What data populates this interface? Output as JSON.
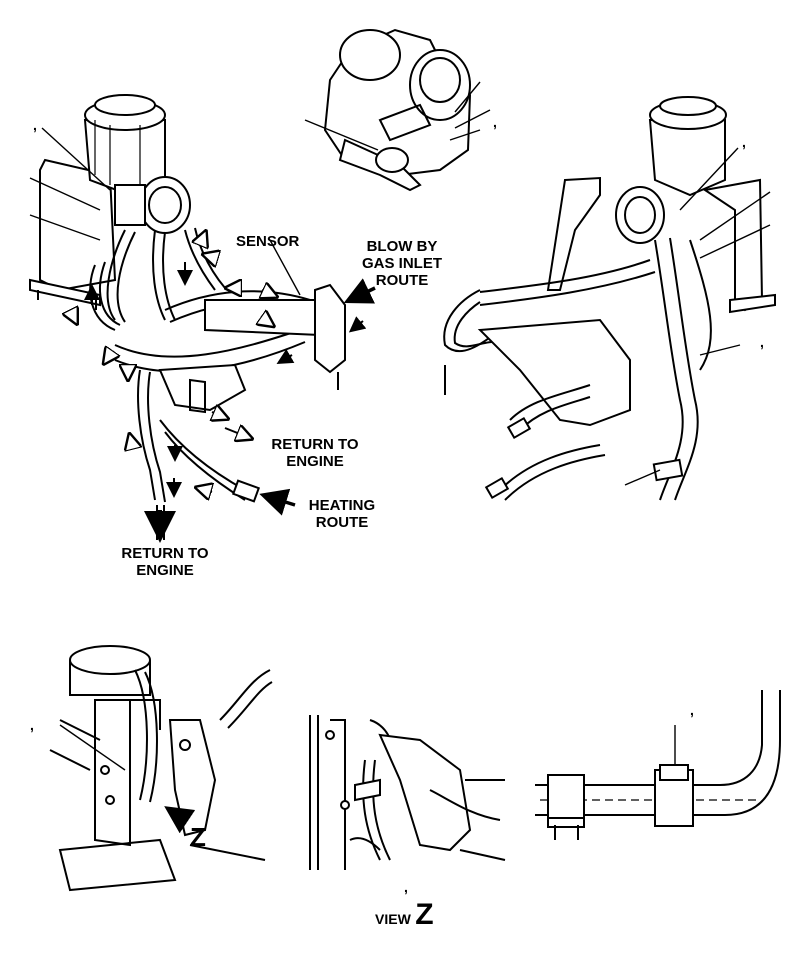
{
  "labels": {
    "sensor": "SENSOR",
    "blow_by_line1": "BLOW BY",
    "blow_by_line2": "GAS INLET",
    "blow_by_line3": "ROUTE",
    "return_engine_right_line1": "RETURN TO",
    "return_engine_right_line2": "ENGINE",
    "heating_line1": "HEATING",
    "heating_line2": "ROUTE",
    "return_engine_bottom_line1": "RETURN TO",
    "return_engine_bottom_line2": "ENGINE",
    "view_prefix": "VIEW",
    "view_letter": "Z",
    "z_marker": "Z"
  },
  "callout_marks": {
    "mark": ","
  },
  "colors": {
    "ink": "#000000",
    "paper": "#ffffff"
  }
}
